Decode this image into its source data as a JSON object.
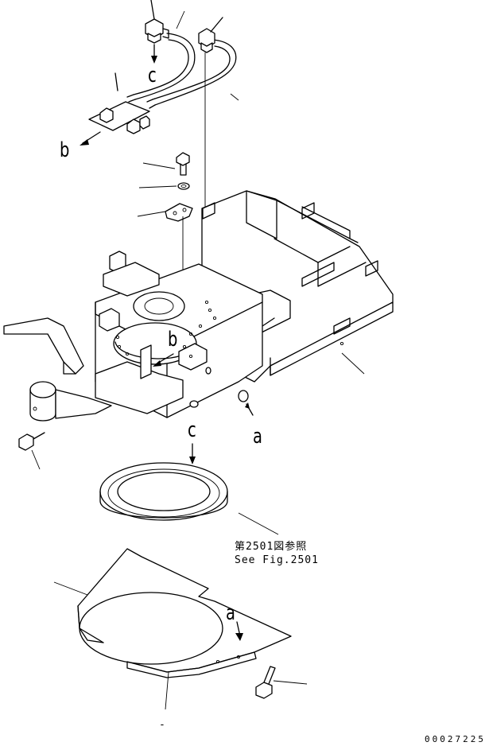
{
  "diagram": {
    "callout_letters": {
      "c_top": "c",
      "b_left": "b",
      "b_center": "b",
      "a_right": "a",
      "c_lower": "c",
      "a_lower": "a"
    },
    "reference_note": {
      "japanese": "第2501図参照",
      "english": "See Fig.2501"
    },
    "image_id": "00027225",
    "bottom_dash": "-"
  }
}
